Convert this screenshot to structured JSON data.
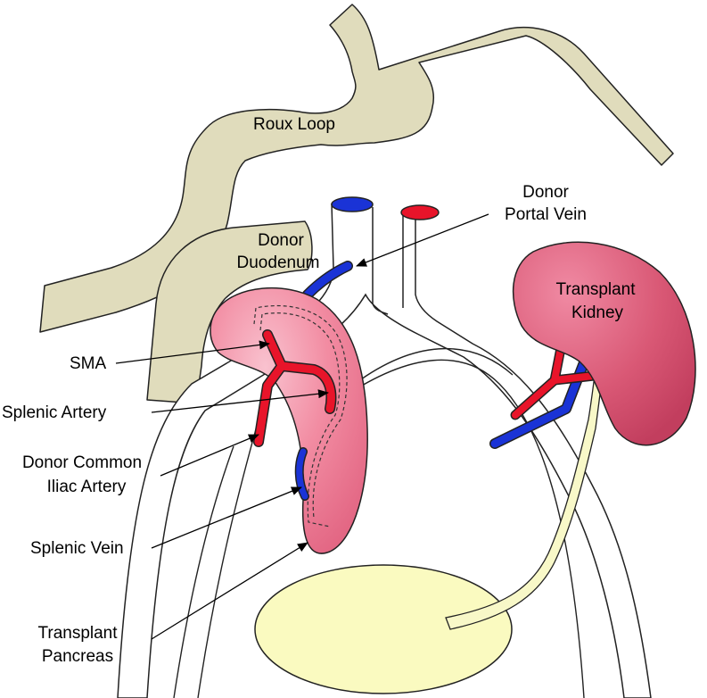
{
  "labels": {
    "roux_loop": "Roux Loop",
    "donor_duodenum_1": "Donor",
    "donor_duodenum_2": "Duodenum",
    "portal_vein_1": "Donor",
    "portal_vein_2": "Portal Vein",
    "kidney_1": "Transplant",
    "kidney_2": "Kidney",
    "sma": "SMA",
    "splenic_artery": "Splenic Artery",
    "common_iliac_1": "Donor Common",
    "common_iliac_2": "Iliac Artery",
    "splenic_vein": "Splenic Vein",
    "pancreas_1": "Transplant",
    "pancreas_2": "Pancreas"
  },
  "colors": {
    "bowel": "#e0dcbc",
    "pancreas": "#f28ca2",
    "kidney": "#d95875",
    "artery": "#e8142a",
    "vein": "#1a33d6",
    "bladder": "#fafac0",
    "ureter": "#f8f8c8"
  }
}
